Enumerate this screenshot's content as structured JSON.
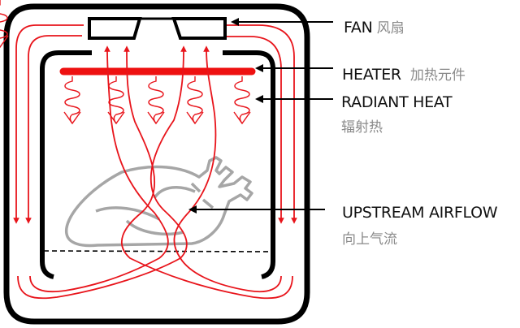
{
  "diagram": {
    "title": "Convection oven airflow diagram",
    "labels": {
      "fan": {
        "en": "FAN",
        "zh": "风扇"
      },
      "heater": {
        "en": "HEATER",
        "zh": "加热元件"
      },
      "radiant_heat": {
        "en": "RADIANT HEAT",
        "zh": "辐射热"
      },
      "upstream_airflow": {
        "en": "UPSTREAM AIRFLOW",
        "zh": "向上气流"
      }
    },
    "colors": {
      "outline": "#000000",
      "airflow": "#e8141b",
      "heater": "#ee1111",
      "food": "#9e9e9e",
      "chinese_text": "#8a8a8a"
    },
    "icons": [
      "fan-icon",
      "heater-element-icon",
      "radiant-heat-wave-icon",
      "airflow-arrow-icon",
      "roast-chicken-icon"
    ]
  }
}
